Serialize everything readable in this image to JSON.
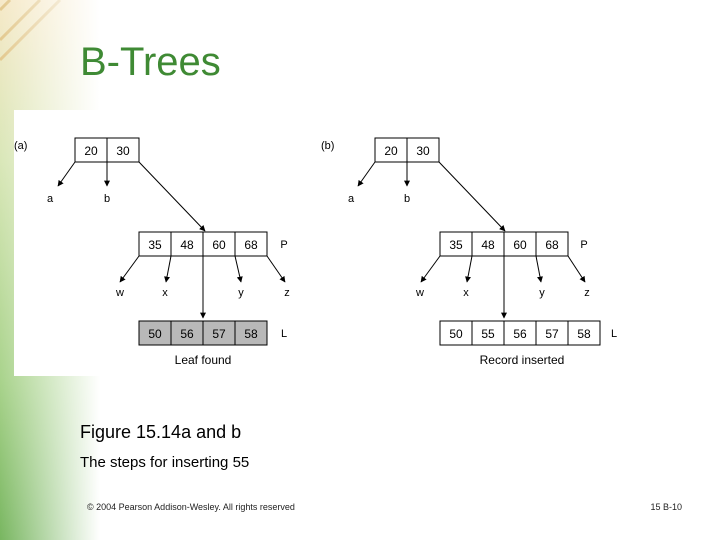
{
  "slide": {
    "title": "B-Trees",
    "caption_title": "Figure 15.14a and b",
    "caption_text": "The steps for inserting 55",
    "footer_left": "© 2004 Pearson Addison-Wesley. All rights reserved",
    "footer_right": "15 B-10"
  },
  "colors": {
    "title": "#3f8a34",
    "leaf_fill_a": "#b8b8b8",
    "node_border": "#000000",
    "background_decor": "#8cc27a"
  },
  "diagram": {
    "a": {
      "label": "(a)",
      "root": [
        "20",
        "30"
      ],
      "root_children": [
        "a",
        "b"
      ],
      "parent": [
        "35",
        "48",
        "60",
        "68"
      ],
      "parent_label": "P",
      "parent_children": [
        "w",
        "x",
        "y",
        "z"
      ],
      "leaf": [
        "50",
        "56",
        "57",
        "58"
      ],
      "leaf_label": "L",
      "caption": "Leaf found"
    },
    "b": {
      "label": "(b)",
      "root": [
        "20",
        "30"
      ],
      "root_children": [
        "a",
        "b"
      ],
      "parent": [
        "35",
        "48",
        "60",
        "68"
      ],
      "parent_label": "P",
      "parent_children": [
        "w",
        "x",
        "y",
        "z"
      ],
      "leaf": [
        "50",
        "55",
        "56",
        "57",
        "58"
      ],
      "leaf_label": "L",
      "caption": "Record inserted"
    }
  }
}
